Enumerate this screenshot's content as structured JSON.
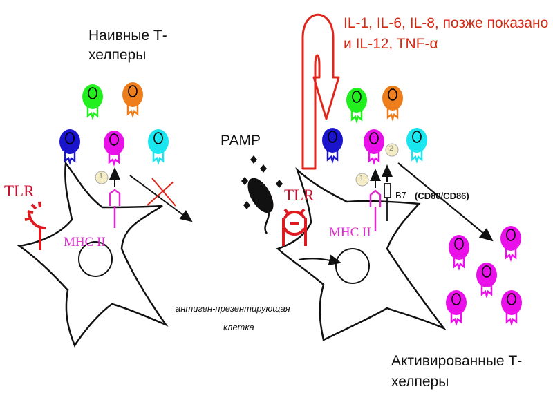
{
  "naive_title": "Наивные Т-хелперы",
  "activated_title": "Активированные Т-хелперы",
  "cytokines": "IL-1, IL-6, IL-8, позже показано и IL-12, TNF-α",
  "pamp_label": "PAMP",
  "tlr_label": "TLR",
  "mhc_label": "MHC II",
  "b7_label": "B7",
  "costim_label": "(CD80/CD86)",
  "apc_label_line1": "антиген-презентирующая",
  "apc_label_line2": "клетка",
  "signal_1": "1",
  "signal_2": "2",
  "colors": {
    "green": "#22f01e",
    "orange": "#ee7d1c",
    "blue": "#1a14cc",
    "magenta": "#ea10ea",
    "cyan": "#19e6ee",
    "red": "#e0251c",
    "receptor_red": "#e01820",
    "signal_fill": "#f4ecc2"
  }
}
